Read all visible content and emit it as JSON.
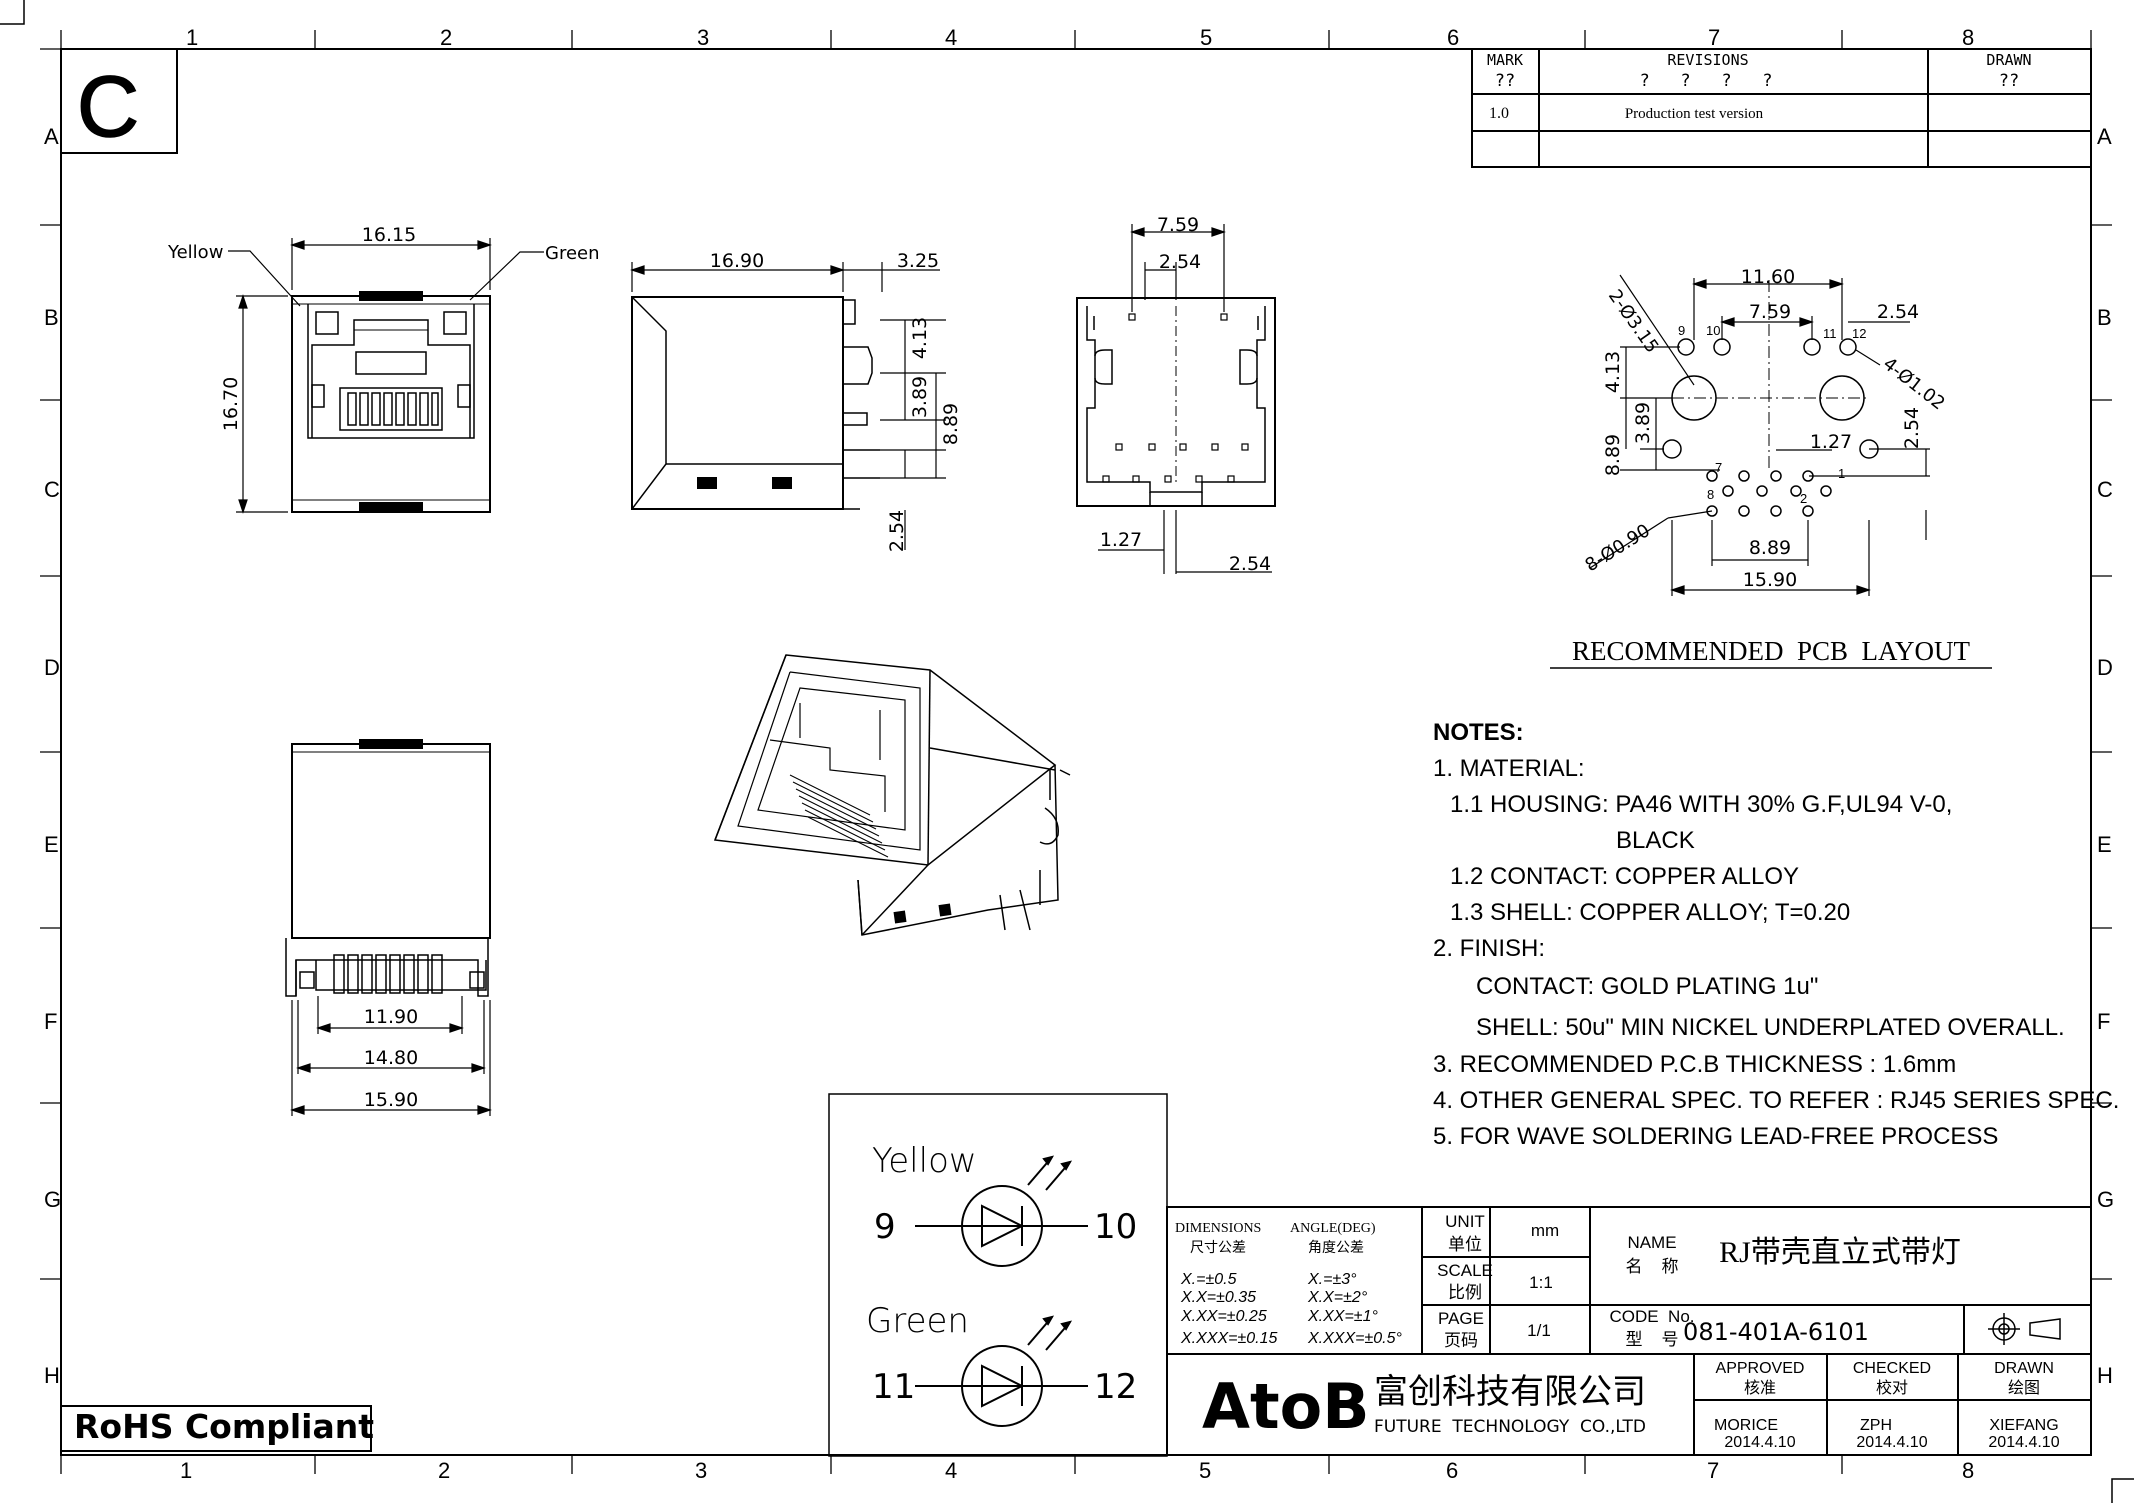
{
  "sheet": {
    "size_letter": "C",
    "column_numbers": [
      "1",
      "2",
      "3",
      "4",
      "5",
      "6",
      "7",
      "8"
    ],
    "row_letters": [
      "A",
      "B",
      "C",
      "D",
      "E",
      "F",
      "G",
      "H"
    ]
  },
  "revision_block": {
    "mark_header": "MARK",
    "mark_value": "??",
    "revisions_header": "REVISIONS",
    "revisions_value": "?   ?   ?   ?",
    "drawn_header": "DRAWN",
    "drawn_value": "??",
    "row1_mark": "1.0",
    "row1_desc": "Production test version"
  },
  "front_view": {
    "label_yellow": "Yellow",
    "label_green": "Green",
    "dim_width": "16.15",
    "dim_height": "16.70"
  },
  "side_view": {
    "dim_depth": "16.90",
    "dim_325": "3.25",
    "dim_413": "4.13",
    "dim_389": "3.89",
    "dim_889": "8.89",
    "dim_254": "2.54"
  },
  "bottom_view": {
    "dim_759": "7.59",
    "dim_254_top": "2.54",
    "dim_127": "1.27",
    "dim_254_bot": "2.54"
  },
  "pcb_layout": {
    "dim_1160": "11.60",
    "dim_759": "7.59",
    "dim_254": "2.54",
    "hole_315": "2-Ø3.15",
    "hole_102": "4-Ø1.02",
    "hole_090": "8-Ø0.90",
    "dim_413": "4.13",
    "dim_389": "3.89",
    "dim_889": "8.89",
    "dim_127": "1.27",
    "dim_254_v": "2.54",
    "dim_889_h": "8.89",
    "dim_1590": "15.90",
    "pin_9": "9",
    "pin_10": "10",
    "pin_11": "11",
    "pin_12": "12",
    "pin_1": "1",
    "pin_2": "2",
    "pin_7": "7",
    "pin_8": "8",
    "title": "RECOMMENDED  PCB  LAYOUT"
  },
  "rear_view": {
    "dim_1190": "11.90",
    "dim_1480": "14.80",
    "dim_1590": "15.90"
  },
  "notes": {
    "heading": "NOTES:",
    "lines": [
      "1. MATERIAL:",
      "1.1  HOUSING:  PA46  WITH  30%  G.F,UL94  V-0,",
      "BLACK",
      "1.2  CONTACT:  COPPER  ALLOY",
      "1.3  SHELL:  COPPER  ALLOY;  T=0.20",
      "2. FINISH:",
      "CONTACT:  GOLD  PLATING  1u\"",
      "SHELL:  50u\"  MIN  NICKEL  UNDERPLATED  OVERALL.",
      "3. RECOMMENDED  P.C.B  THICKNESS  :  1.6mm",
      "4. OTHER  GENERAL  SPEC.  TO  REFER  :  RJ45  SERIES  SPEC.",
      "5. FOR  WAVE  SOLDERING  LEAD-FREE  PROCESS"
    ]
  },
  "led_schematic": {
    "yellow_label": "Yellow",
    "yellow_left": "9",
    "yellow_right": "10",
    "green_label": "Green",
    "green_left": "11",
    "green_right": "12"
  },
  "title_block": {
    "dimensions_en": "DIMENSIONS",
    "dimensions_cn": "尺寸公差",
    "angle_en": "ANGLE(DEG)",
    "angle_cn": "角度公差",
    "tol_lines": [
      "X.=±0.5",
      "X.X=±0.35",
      "X.XX=±0.25",
      "X.XXX=±0.15"
    ],
    "ang_lines": [
      "X.=±3°",
      "X.X=±2°",
      "X.XX=±1°",
      "X.XXX=±0.5°"
    ],
    "unit_label": "UNIT",
    "unit_cn": "单位",
    "unit_value": "mm",
    "scale_label": "SCALE",
    "scale_cn": "比例",
    "scale_value": "1:1",
    "page_label": "PAGE",
    "page_cn": "页码",
    "page_value": "1/1",
    "name_label": "NAME",
    "name_cn": "名    称",
    "name_value": "RJ带壳直立式带灯",
    "code_label": "CODE  No.",
    "code_cn": "型    号",
    "code_value": "081-401A-6101",
    "company_logo": "AtoB",
    "company_cn": "富创科技有限公司",
    "company_en": "FUTURE  TECHNOLOGY  CO.,LTD",
    "approved_label": "APPROVED",
    "approved_cn": "核准",
    "checked_label": "CHECKED",
    "checked_cn": "校对",
    "drawn_label": "DRAWN",
    "drawn_cn": "绘图",
    "approved_name": "MORICE",
    "approved_date": "2014.4.10",
    "checked_name": "ZPH",
    "checked_date": "2014.4.10",
    "drawn_name": "XIEFANG",
    "drawn_date": "2014.4.10"
  },
  "rohs": "RoHS Compliant"
}
